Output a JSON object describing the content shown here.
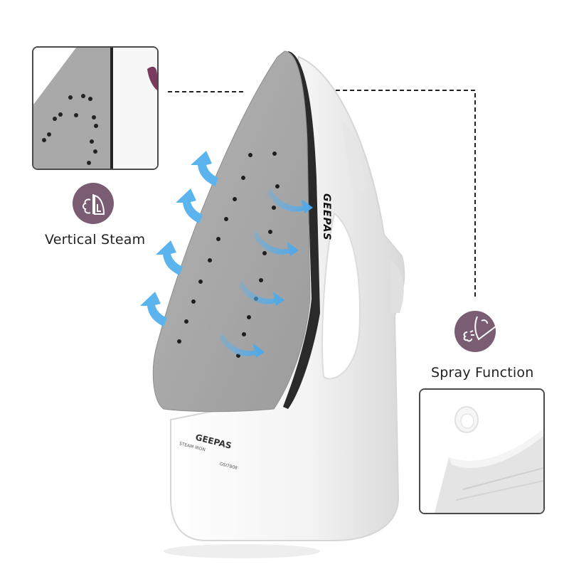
{
  "brand": {
    "name": "GEEPAS",
    "model_label": "STEAM IRON",
    "model_number": "GSI7808"
  },
  "features": [
    {
      "id": "vertical-steam",
      "label": "Vertical Steam",
      "icon": "vertical-steam-icon",
      "inset_view": "soleplate-closeup"
    },
    {
      "id": "spray-function",
      "label": "Spray Function",
      "icon": "spray-icon",
      "inset_view": "spray-nozzle-closeup"
    }
  ],
  "colors": {
    "badge": "#7a5c73",
    "steam_arrow": "#5cb4ee",
    "soleplate": "#a8a8a8",
    "body": "#f4f4f4",
    "frame": "#4a4a4a",
    "text": "#222222"
  }
}
